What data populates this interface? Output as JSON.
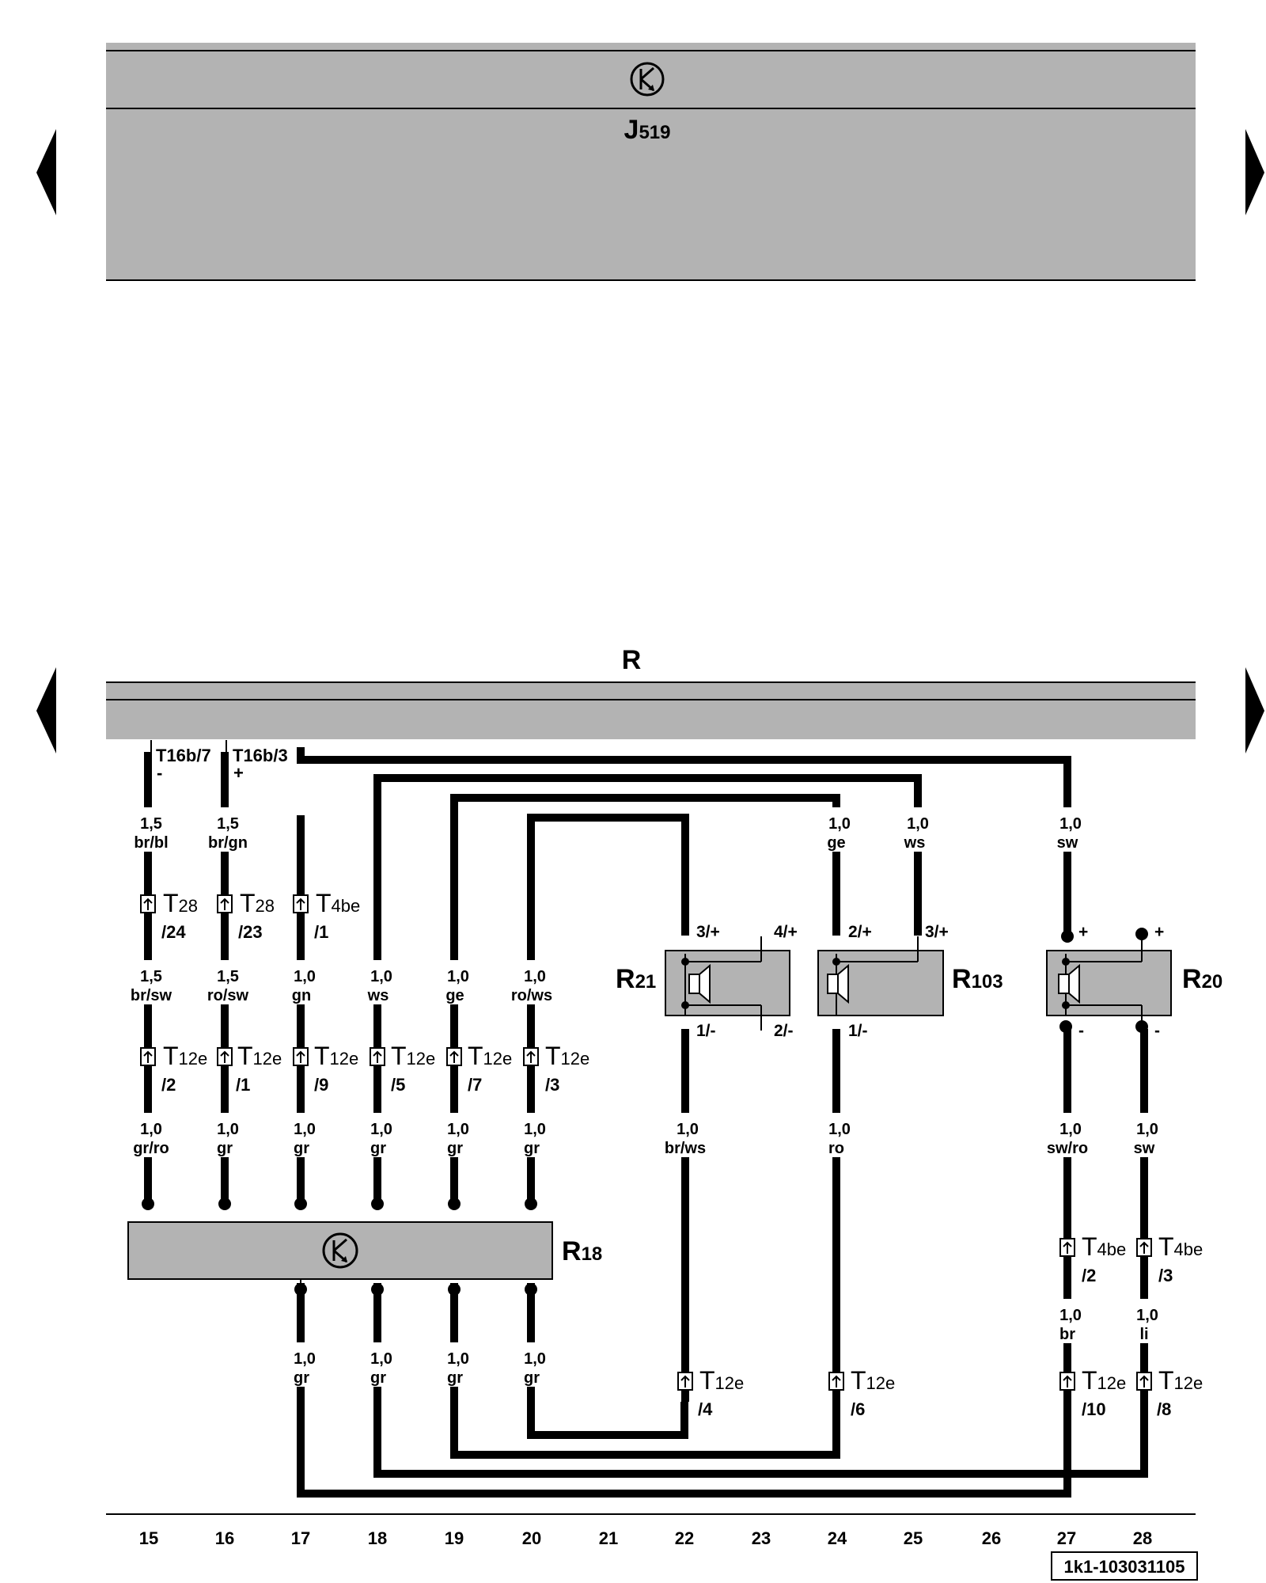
{
  "top_panel": {
    "name": "J",
    "sub": "519"
  },
  "bottom_panel": {
    "name": "R"
  },
  "components": {
    "R18": {
      "name": "R",
      "sub": "18"
    },
    "R21": {
      "name": "R",
      "sub": "21"
    },
    "R103": {
      "name": "R",
      "sub": "103"
    },
    "R20": {
      "name": "R",
      "sub": "20"
    }
  },
  "bus_pins": {
    "p1": "T16b/7",
    "p1_sign": "-",
    "p2": "T16b/3",
    "p2_sign": "+"
  },
  "wire_labels": {
    "c15a": [
      "1,5",
      "br/bl"
    ],
    "c16a": [
      "1,5",
      "br/gn"
    ],
    "c15b": [
      "1,5",
      "br/sw"
    ],
    "c16b": [
      "1,5",
      "ro/sw"
    ],
    "c17b": [
      "1,0",
      "gn"
    ],
    "c18b": [
      "1,0",
      "ws"
    ],
    "c19b": [
      "1,0",
      "ge"
    ],
    "c20b": [
      "1,0",
      "ro/ws"
    ],
    "c15c": [
      "1,0",
      "gr/ro"
    ],
    "c16c": [
      "1,0",
      "gr"
    ],
    "c17c": [
      "1,0",
      "gr"
    ],
    "c18c": [
      "1,0",
      "gr"
    ],
    "c19c": [
      "1,0",
      "gr"
    ],
    "c20c": [
      "1,0",
      "gr"
    ],
    "c17d": [
      "1,0",
      "gr"
    ],
    "c18d": [
      "1,0",
      "gr"
    ],
    "c19d": [
      "1,0",
      "gr"
    ],
    "c20d": [
      "1,0",
      "gr"
    ],
    "c24a": [
      "1,0",
      "ge"
    ],
    "c25a": [
      "1,0",
      "ws"
    ],
    "c27a": [
      "1,0",
      "sw"
    ],
    "c22b": [
      "1,0",
      "br/ws"
    ],
    "c24b": [
      "1,0",
      "ro"
    ],
    "c27b": [
      "1,0",
      "sw/ro"
    ],
    "c28b": [
      "1,0",
      "sw"
    ],
    "c27c": [
      "1,0",
      "br"
    ],
    "c28c": [
      "1,0",
      "li"
    ]
  },
  "connectors": {
    "k1": {
      "main": "T",
      "sub": "28",
      "pin": "/24"
    },
    "k2": {
      "main": "T",
      "sub": "28",
      "pin": "/23"
    },
    "k3": {
      "main": "T",
      "sub": "4be",
      "pin": "/1"
    },
    "k4": {
      "main": "T",
      "sub": "12e",
      "pin": "/2"
    },
    "k5": {
      "main": "T",
      "sub": "12e",
      "pin": "/1"
    },
    "k6": {
      "main": "T",
      "sub": "12e",
      "pin": "/9"
    },
    "k7": {
      "main": "T",
      "sub": "12e",
      "pin": "/5"
    },
    "k8": {
      "main": "T",
      "sub": "12e",
      "pin": "/7"
    },
    "k9": {
      "main": "T",
      "sub": "12e",
      "pin": "/3"
    },
    "k10": {
      "main": "T",
      "sub": "4be",
      "pin": "/2"
    },
    "k11": {
      "main": "T",
      "sub": "4be",
      "pin": "/3"
    },
    "k12": {
      "main": "T",
      "sub": "12e",
      "pin": "/4"
    },
    "k13": {
      "main": "T",
      "sub": "12e",
      "pin": "/6"
    },
    "k14": {
      "main": "T",
      "sub": "12e",
      "pin": "/10"
    },
    "k15": {
      "main": "T",
      "sub": "12e",
      "pin": "/8"
    }
  },
  "speaker_pins": {
    "r21_top1": "3/+",
    "r21_top2": "4/+",
    "r21_bot1": "1/-",
    "r21_bot2": "2/-",
    "r103_top1": "2/+",
    "r103_top2": "3/+",
    "r103_bot1": "1/-",
    "r20_top1": "+",
    "r20_top2": "+",
    "r20_bot1": "-",
    "r20_bot2": "-"
  },
  "column_numbers": [
    "15",
    "16",
    "17",
    "18",
    "19",
    "20",
    "21",
    "22",
    "23",
    "24",
    "25",
    "26",
    "27",
    "28"
  ],
  "reference_code": "1k1-103031105",
  "colors": {
    "panel_fill": "#b3b3b3",
    "wire": "#000000",
    "background": "#ffffff"
  }
}
